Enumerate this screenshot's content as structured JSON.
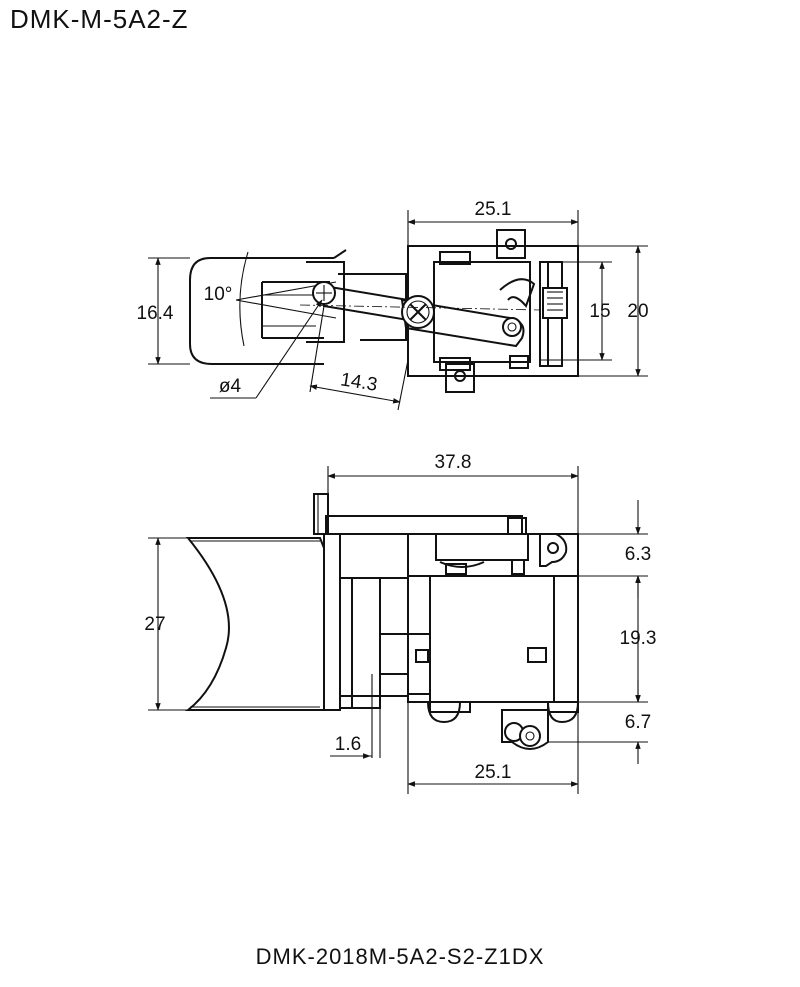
{
  "header": {
    "model": "DMK-M-5A2-Z"
  },
  "footer": {
    "part_number": "DMK-2018M-5A2-S2-Z1DX"
  },
  "top_view": {
    "dims": {
      "width_top": "25.1",
      "height_left": "16.4",
      "angle": "10°",
      "diameter": "ø4",
      "offset": "14.3",
      "height_inner": "15",
      "height_outer": "20"
    }
  },
  "side_view": {
    "dims": {
      "overall_width": "37.8",
      "trigger_height": "27",
      "upper_offset": "6.3",
      "body_height": "19.3",
      "lower_offset": "6.7",
      "step": "1.6",
      "base_width": "25.1"
    }
  }
}
